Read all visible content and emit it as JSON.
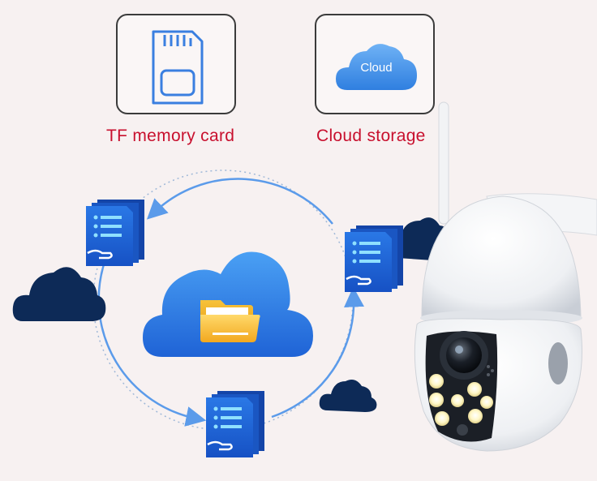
{
  "storage_options": {
    "tf_card": {
      "label": "TF memory card",
      "icon": "sd-card-icon"
    },
    "cloud": {
      "label": "Cloud storage",
      "icon_text": "Cloud",
      "icon": "cloud-icon"
    }
  },
  "diagram": {
    "center_icon": "cloud-folder-icon",
    "document_icon": "document-stack-icon",
    "arrow_style": "circular-sync"
  },
  "product": {
    "name": "ptz-dome-camera"
  },
  "colors": {
    "caption": "#c8102e",
    "cloud_blue": "#2f7fe0",
    "doc_blue": "#1d5fd0",
    "dark_cloud": "#0d2a57",
    "arrow": "#5b9bea",
    "background": "#f7f1f1"
  }
}
